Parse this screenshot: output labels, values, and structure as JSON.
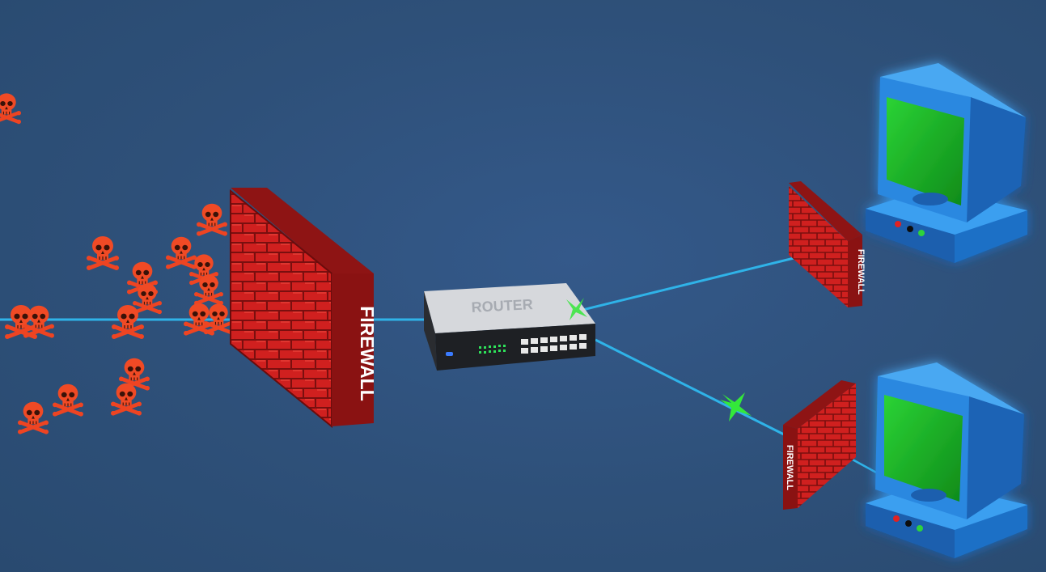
{
  "labels": {
    "main_firewall": "FIREWALL",
    "router": "ROUTER",
    "pc1_firewall": "FIREWALL",
    "pc2_firewall": "FIREWALL"
  },
  "icons": {
    "threat": "skull-crossbones-icon",
    "block": "x-mark-icon",
    "computer": "desktop-computer-icon"
  },
  "colors": {
    "background": "#2e5079",
    "link": "#2fb3e8",
    "brick": "#c41e1e",
    "threat": "#f04a25",
    "block_mark": "#34e83a",
    "computer_glow": "#00ffff",
    "screen": "#22c02a"
  }
}
